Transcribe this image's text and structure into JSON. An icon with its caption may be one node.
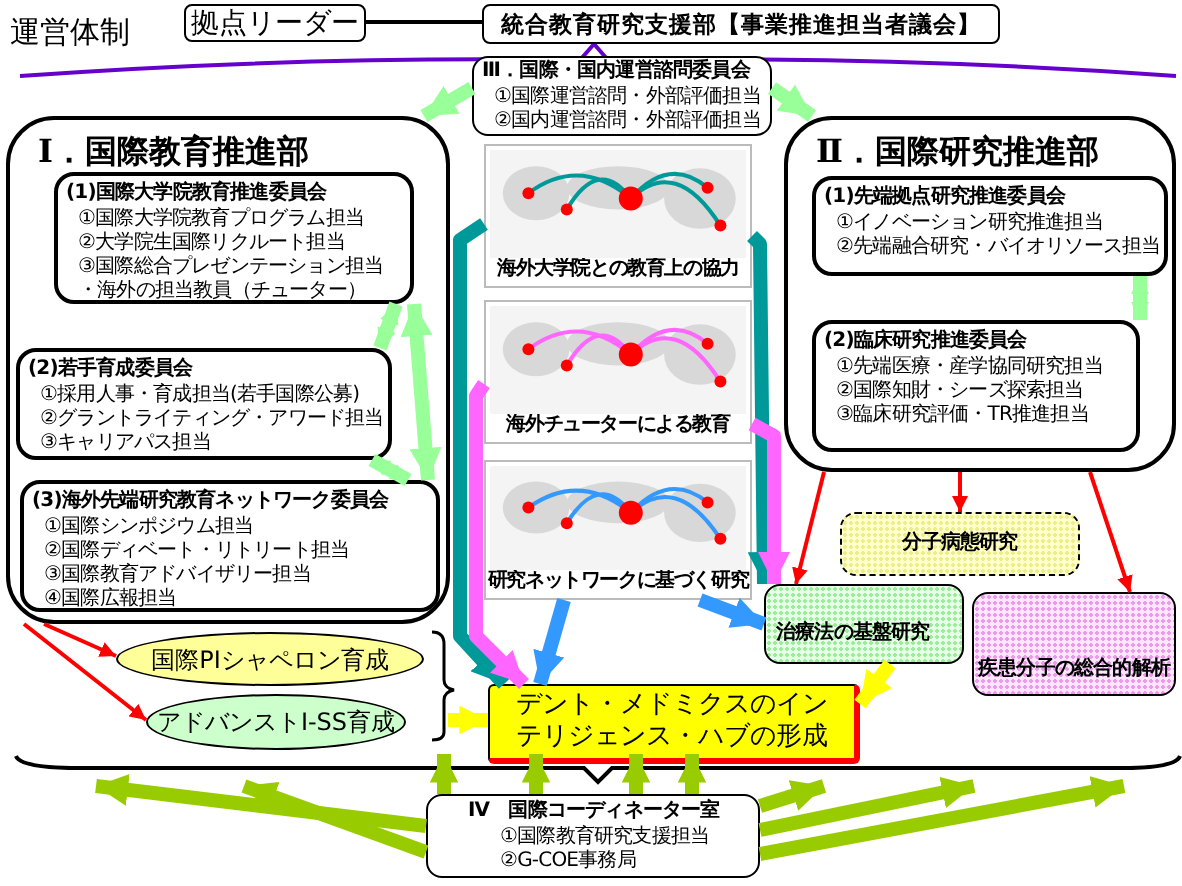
{
  "diagram": {
    "nodes": [
      {
        "text": [
          "拠点リーダー"
        ]
      },
      {
        "text": [
          "統合教育研究支援部【事業推進担当者議会】"
        ]
      },
      {
        "text": [
          "Ⅰ．国際教育推進部"
        ]
      },
      {
        "text": [
          "(1)国際大学院教育推進委員会",
          "①国際大学院教育プログラム担当",
          "②大学院生国際リクルート担当",
          "③国際総合プレゼンテーション担当",
          "・海外の担当教員（チューター）"
        ],
        "in": 2
      },
      {
        "text": [
          "(2)若手育成委員会",
          "①採用人事・育成担当(若手国際公募)",
          "②グラントライティング・アワード担当",
          "③キャリアパス担当"
        ],
        "in": 2
      },
      {
        "text": [
          "(3)海外先端研究教育ネットワーク委員会",
          "①国際シンポジウム担当",
          "②国際ディベート・リトリート担当",
          "③国際教育アドバイザリー担当",
          "④国際広報担当"
        ],
        "in": 2
      },
      {
        "text": [
          "Ⅲ．国際・国内運営諮問委員会",
          "①国際運営諮問・外部評価担当",
          "②国内運営諮問・外部評価担当"
        ]
      },
      {
        "text": [
          "海外大学院との教育上の協力"
        ]
      },
      {
        "text": [
          "海外チューターによる教育"
        ]
      },
      {
        "text": [
          "研究ネットワークに基づく研究"
        ]
      },
      {
        "text": [
          "Ⅱ．国際研究推進部"
        ]
      },
      {
        "text": [
          "(1)先端拠点研究推進委員会",
          "①イノベーション研究推進担当",
          "②先端融合研究・バイオリソース担当"
        ],
        "in": 10
      },
      {
        "text": [
          "(2)臨床研究推進委員会",
          "①先端医療・産学協同研究担当",
          "②国際知財・シーズ探索担当",
          "③臨床研究評価・TR推進担当"
        ],
        "in": 10
      },
      {
        "text": [
          "分子病態研究"
        ]
      },
      {
        "text": [
          "治療法の基盤研究"
        ]
      },
      {
        "text": [
          "疾患分子の総合的解析"
        ]
      },
      {
        "text": [
          "国際PIシャペロン育成"
        ]
      },
      {
        "text": [
          "アドバンストI-SS育成"
        ]
      },
      {
        "text": [
          "デント・メドミクスのインテリジェンス・ハブの形成"
        ]
      },
      {
        "text": [
          "Ⅳ　国際コーディネーター室",
          "①国際教育研究支援担当",
          "②G-COE事務局"
        ]
      },
      {
        "text": [],
        "shape": "brace"
      }
    ],
    "edges": [
      {
        "from": 0,
        "to": 1,
        "arrow": "none",
        "color": "#000000"
      },
      {
        "from": 6,
        "to": 2,
        "arrow": "to",
        "color": "#99ff99"
      },
      {
        "from": 6,
        "to": 10,
        "arrow": "to",
        "color": "#99ff99"
      },
      {
        "from": 4,
        "to": 3,
        "arrow": "both",
        "color": "#99ff99"
      },
      {
        "from": 4,
        "to": 5,
        "arrow": "both",
        "color": "#99ff99"
      },
      {
        "from": 3,
        "to": 5,
        "arrow": "both",
        "color": "#99ff99"
      },
      {
        "from": 11,
        "to": 12,
        "arrow": "both",
        "color": "#99ff99"
      },
      {
        "from": 7,
        "to": 18,
        "arrow": "to",
        "color": "#009999"
      },
      {
        "from": 7,
        "to": 14,
        "arrow": "to",
        "color": "#009999"
      },
      {
        "from": 8,
        "to": 18,
        "arrow": "to",
        "color": "#ff66ff"
      },
      {
        "from": 8,
        "to": 14,
        "arrow": "to",
        "color": "#ff66ff"
      },
      {
        "from": 9,
        "to": 18,
        "arrow": "to",
        "color": "#3399ff"
      },
      {
        "from": 9,
        "to": 14,
        "arrow": "to",
        "color": "#3399ff"
      },
      {
        "from": 10,
        "to": 14,
        "arrow": "to",
        "color": "#ff0000"
      },
      {
        "from": 10,
        "to": 13,
        "arrow": "to",
        "color": "#ff0000"
      },
      {
        "from": 10,
        "to": 15,
        "arrow": "to",
        "color": "#ff0000"
      },
      {
        "from": 2,
        "to": 16,
        "arrow": "to",
        "color": "#ff0000"
      },
      {
        "from": 2,
        "to": 17,
        "arrow": "to",
        "color": "#ff0000"
      },
      {
        "from": null,
        "to": 18,
        "arrow": "to",
        "color": "#ffff00"
      },
      {
        "from": 14,
        "to": 18,
        "arrow": "to",
        "color": "#ffff00"
      },
      {
        "from": 19,
        "to": 20,
        "arrow": "to",
        "color": "#99cc00"
      },
      {
        "from": 19,
        "to": 20,
        "arrow": "to",
        "color": "#99cc00"
      },
      {
        "from": 19,
        "to": 20,
        "arrow": "to",
        "color": "#99cc00"
      },
      {
        "from": 19,
        "to": 20,
        "arrow": "to",
        "color": "#99cc00"
      },
      {
        "from": 19,
        "to": 20,
        "arrow": "to",
        "color": "#99cc00"
      },
      {
        "from": 19,
        "to": 20,
        "arrow": "to",
        "color": "#99cc00"
      },
      {
        "from": 19,
        "to": 20,
        "arrow": "to",
        "color": "#99cc00"
      },
      {
        "from": 19,
        "to": 20,
        "arrow": "to",
        "color": "#99cc00"
      },
      {
        "from": 19,
        "to": 20,
        "arrow": "to",
        "color": "#99cc00"
      }
    ],
    "labels": [
      "運営体制"
    ]
  }
}
